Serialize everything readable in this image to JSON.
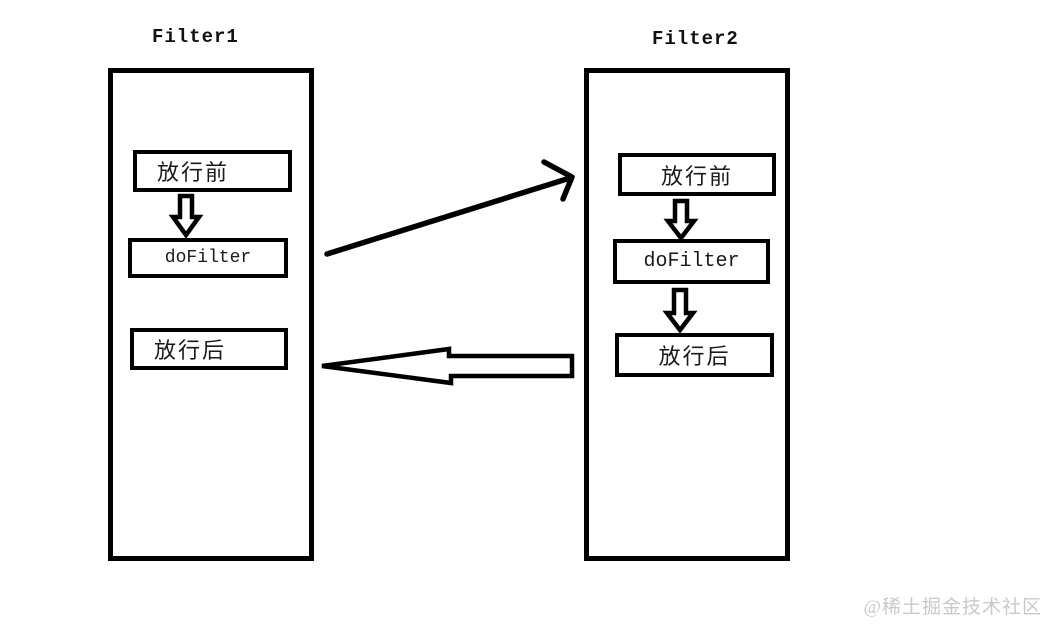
{
  "colors": {
    "stroke": "#000000",
    "background": "#ffffff",
    "watermark": "#c9c9c9"
  },
  "filters": [
    {
      "title": "Filter1",
      "steps": [
        {
          "label": "放行前"
        },
        {
          "label": "doFilter"
        },
        {
          "label": "放行后"
        }
      ]
    },
    {
      "title": "Filter2",
      "steps": [
        {
          "label": "放行前"
        },
        {
          "label": "doFilter"
        },
        {
          "label": "放行后"
        }
      ]
    }
  ],
  "arrows": [
    {
      "name": "filter1-before-to-dofilter",
      "type": "hollow-down-arrow"
    },
    {
      "name": "filter2-before-to-dofilter",
      "type": "hollow-down-arrow"
    },
    {
      "name": "filter2-dofilter-to-after",
      "type": "hollow-down-arrow"
    },
    {
      "name": "request-filter1-to-filter2",
      "type": "thin-line-arrow-right-up"
    },
    {
      "name": "response-filter2-to-filter1",
      "type": "hollow-block-arrow-left"
    }
  ],
  "watermark": {
    "text": "@稀土掘金技术社区"
  }
}
